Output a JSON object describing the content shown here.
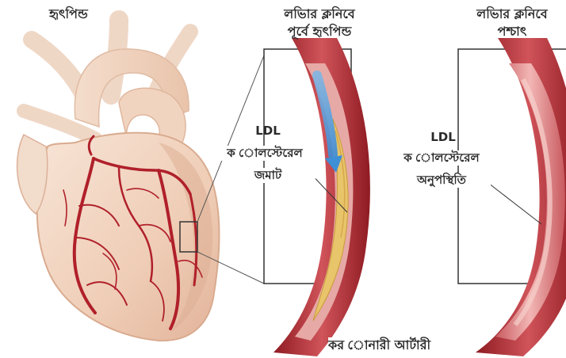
{
  "labels": {
    "heart": "হৃৎপিন্ড",
    "before_line1": "লভিার ক্লনিবে",
    "before_line2": "পূর্বে হৃৎপিন্ড",
    "after_line1": "লভিার ক্লনিবে",
    "after_line2": "পশ্চাৎ",
    "plaque_line1": "LDL",
    "plaque_line2": "ক োলস্টেরেল",
    "plaque_line3": "জমাট",
    "absent_line1": "LDL",
    "absent_line2": "ক োলস্টেরেল",
    "absent_line3": "অনুপস্থিতি",
    "artery": "কর োনারী আর্টারী"
  },
  "colors": {
    "heart_fill": "#f3d9c6",
    "vessel_red": "#b0202a",
    "artery_wall": "#c1424a",
    "artery_lumen": "#e9a3a3",
    "plaque_yellow": "#e8c46a",
    "blood_arrow": "#5aa8e0",
    "frame_line": "#333333"
  }
}
